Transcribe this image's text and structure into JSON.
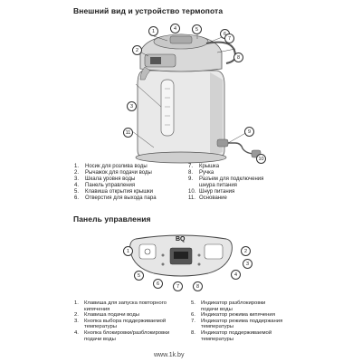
{
  "section1": {
    "title": "Внешний вид и устройство термопота",
    "callouts": [
      "1",
      "2",
      "3",
      "4",
      "5",
      "6",
      "7",
      "8",
      "9",
      "10",
      "11"
    ],
    "legend_left": [
      {
        "num": "1.",
        "text": "Носик для розлива воды"
      },
      {
        "num": "2.",
        "text": "Рычажок для подачи воды"
      },
      {
        "num": "3.",
        "text": "Шкала уровня воды"
      },
      {
        "num": "4.",
        "text": "Панель управления"
      },
      {
        "num": "5.",
        "text": "Клавиша открытия крышки"
      },
      {
        "num": "6.",
        "text": "Отверстия для выхода пара"
      }
    ],
    "legend_right": [
      {
        "num": "7.",
        "text": "Крышка"
      },
      {
        "num": "8.",
        "text": "Ручка"
      },
      {
        "num": "9.",
        "text": "Разъем для подключения\nшнура питания"
      },
      {
        "num": "10.",
        "text": "Шнур питания"
      },
      {
        "num": "11.",
        "text": "Основание"
      }
    ]
  },
  "section2": {
    "title": "Панель управления",
    "brand": "BQ",
    "callouts": [
      "1",
      "2",
      "3",
      "4",
      "5",
      "6",
      "7",
      "8"
    ],
    "legend_left": [
      {
        "num": "1.",
        "text": "Клавиша для запуска повторного\nкипячения"
      },
      {
        "num": "2.",
        "text": "Клавиша подачи воды"
      },
      {
        "num": "3.",
        "text": "Кнопка выбора поддерживаемой\nтемпературы"
      },
      {
        "num": "4.",
        "text": "Кнопка блокировки/разблокировки\nподачи воды"
      }
    ],
    "legend_right": [
      {
        "num": "5.",
        "text": "Индикатор разблокировки\nподачи воды"
      },
      {
        "num": "6.",
        "text": "Индикатор режима кипячения"
      },
      {
        "num": "7.",
        "text": "Индикатор режима поддержания\nтемпературы"
      },
      {
        "num": "8.",
        "text": "Индикатор поддерживаемой\nтемпературы"
      }
    ]
  },
  "watermark": "www.1k.by"
}
